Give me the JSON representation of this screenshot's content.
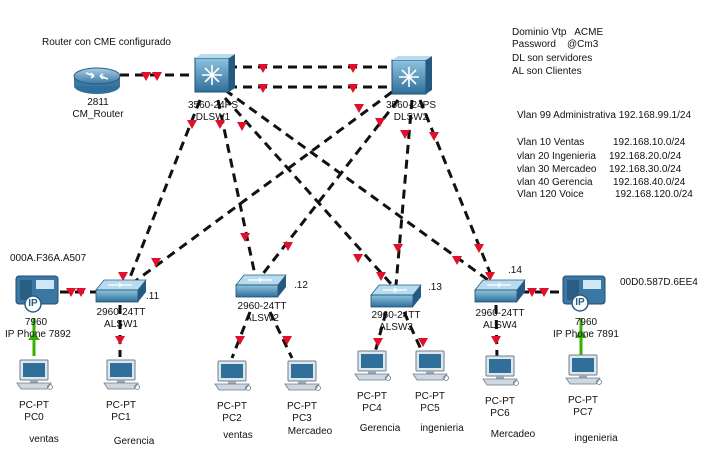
{
  "router": {
    "title": "Router con  CME configurado",
    "model": "2811",
    "name": "CM_Router"
  },
  "dlsw1": {
    "model": "3560-24PS",
    "name": "DLSW1"
  },
  "dlsw2": {
    "model": "3560-24PS",
    "name": "DLSW2"
  },
  "alsw1": {
    "model": "2960-24TT",
    "name": "ALSW1",
    "ip": ".11"
  },
  "alsw2": {
    "model": "2960-24TT",
    "name": "ALSW2",
    "ip": ".12"
  },
  "alsw3": {
    "model": "2960-24TT",
    "name": "ALSW3",
    "ip": ".13"
  },
  "alsw4": {
    "model": "2960-24TT",
    "name": "ALSW4",
    "ip": ".14"
  },
  "phone1": {
    "mac": "000A.F36A.A507",
    "model": "7960",
    "name": "IP Phone 7892",
    "badge": "IP"
  },
  "phone2": {
    "mac": "00D0.587D.6EE4",
    "model": "7960",
    "name": "IP Phone 7891",
    "badge": "IP"
  },
  "pcs": [
    {
      "model": "PC-PT",
      "name": "PC0",
      "area": "ventas"
    },
    {
      "model": "PC-PT",
      "name": "PC1",
      "area": "Gerencia"
    },
    {
      "model": "PC-PT",
      "name": "PC2",
      "area": "ventas"
    },
    {
      "model": "PC-PT",
      "name": "PC3",
      "area": "Mercadeo"
    },
    {
      "model": "PC-PT",
      "name": "PC4",
      "area": "Gerencia"
    },
    {
      "model": "PC-PT",
      "name": "PC5",
      "area": "ingenieria"
    },
    {
      "model": "PC-PT",
      "name": "PC6",
      "area": "Mercadeo"
    },
    {
      "model": "PC-PT",
      "name": "PC7",
      "area": "ingenieria"
    }
  ],
  "vtp_note": {
    "line1": "Dominio Vtp   ACME",
    "line2": "Password    @Cm3",
    "line3": "DL son servidores",
    "line4": "AL son Clientes"
  },
  "vlan_admin": "Vlan 99 Administrativa 192.168.99.1/24",
  "vlans": [
    {
      "name": "Vlan 10  Ventas",
      "net": "192.168.10.0/24"
    },
    {
      "name": "vlan 20  Ingenieria",
      "net": "192.168.20.0/24"
    },
    {
      "name": "vlan 30  Mercadeo",
      "net": "192.168.30.0/24"
    },
    {
      "name": "vlan 40  Gerencia",
      "net": "192.168.40.0/24"
    },
    {
      "name": "Vlan 120 Voice",
      "net": "192.168.120.0/24"
    }
  ],
  "colors": {
    "link": "#111111",
    "triangle": "#e0102a",
    "device": "#2f6f9a",
    "green": "#38b000"
  }
}
